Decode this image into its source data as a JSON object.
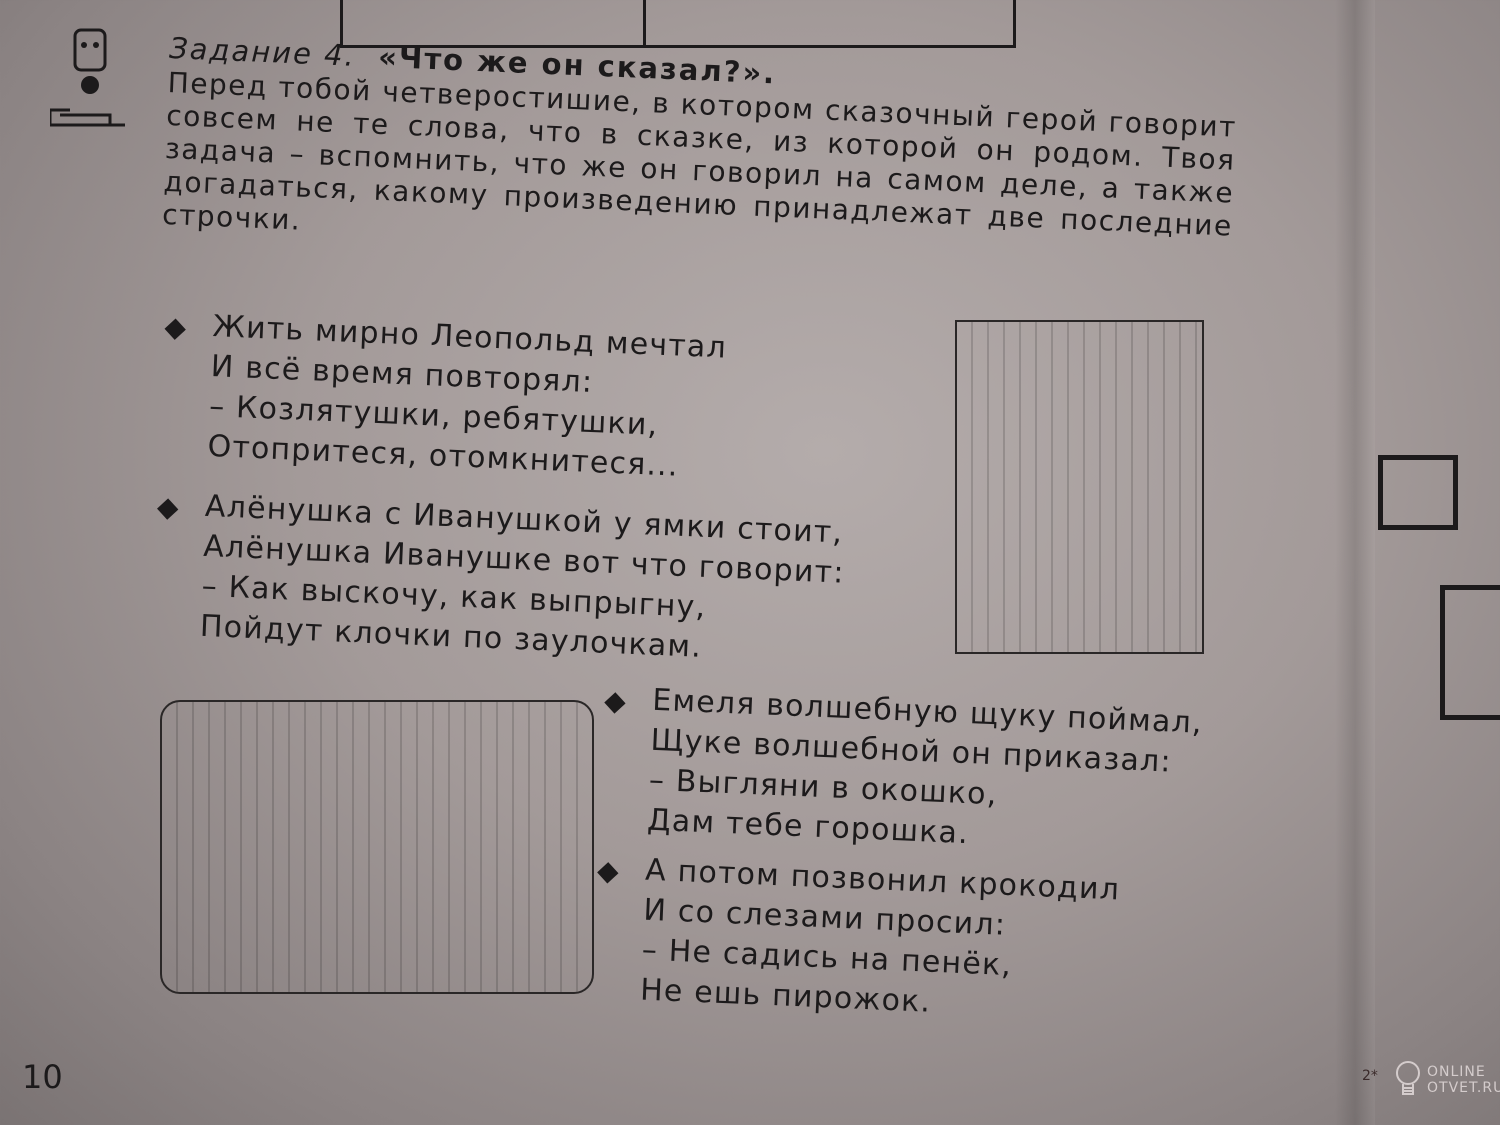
{
  "task": {
    "label": "Задание 4.",
    "title": "«Что же он сказал?».",
    "intro": "Перед тобой четверостишие, в котором сказочный герой говорит совсем не те слова, что в сказке, из которой он родом. Твоя задача – вспомнить, что же он говорил на самом деле, а также догадаться, какому произведению принадлежат две последние строчки."
  },
  "poems": [
    {
      "lines": [
        "Жить мирно Леопольд мечтал",
        "И всё время повторял:",
        "– Козлятушки, ребятушки,",
        "Отопритеся, отомкнитеся..."
      ]
    },
    {
      "lines": [
        "Алёнушка с Иванушкой у ямки стоит,",
        "Алёнушка Иванушке вот что говорит:",
        "– Как выскочу, как выпрыгну,",
        "Пойдут клочки по заулочкам."
      ]
    },
    {
      "lines": [
        "Емеля волшебную щуку поймал,",
        "Щуке волшебной он приказал:",
        "– Выгляни в окошко,",
        "Дам тебе горошка."
      ]
    },
    {
      "lines": [
        "А потом позвонил крокодил",
        "И со слезами просил:",
        "– Не садись на пенёк,",
        "Не ешь пирожок."
      ]
    }
  ],
  "page_number": "10",
  "right_page_mark": "2*",
  "watermark": {
    "line1": "ONLINE",
    "line2": "OTVET.RU"
  }
}
